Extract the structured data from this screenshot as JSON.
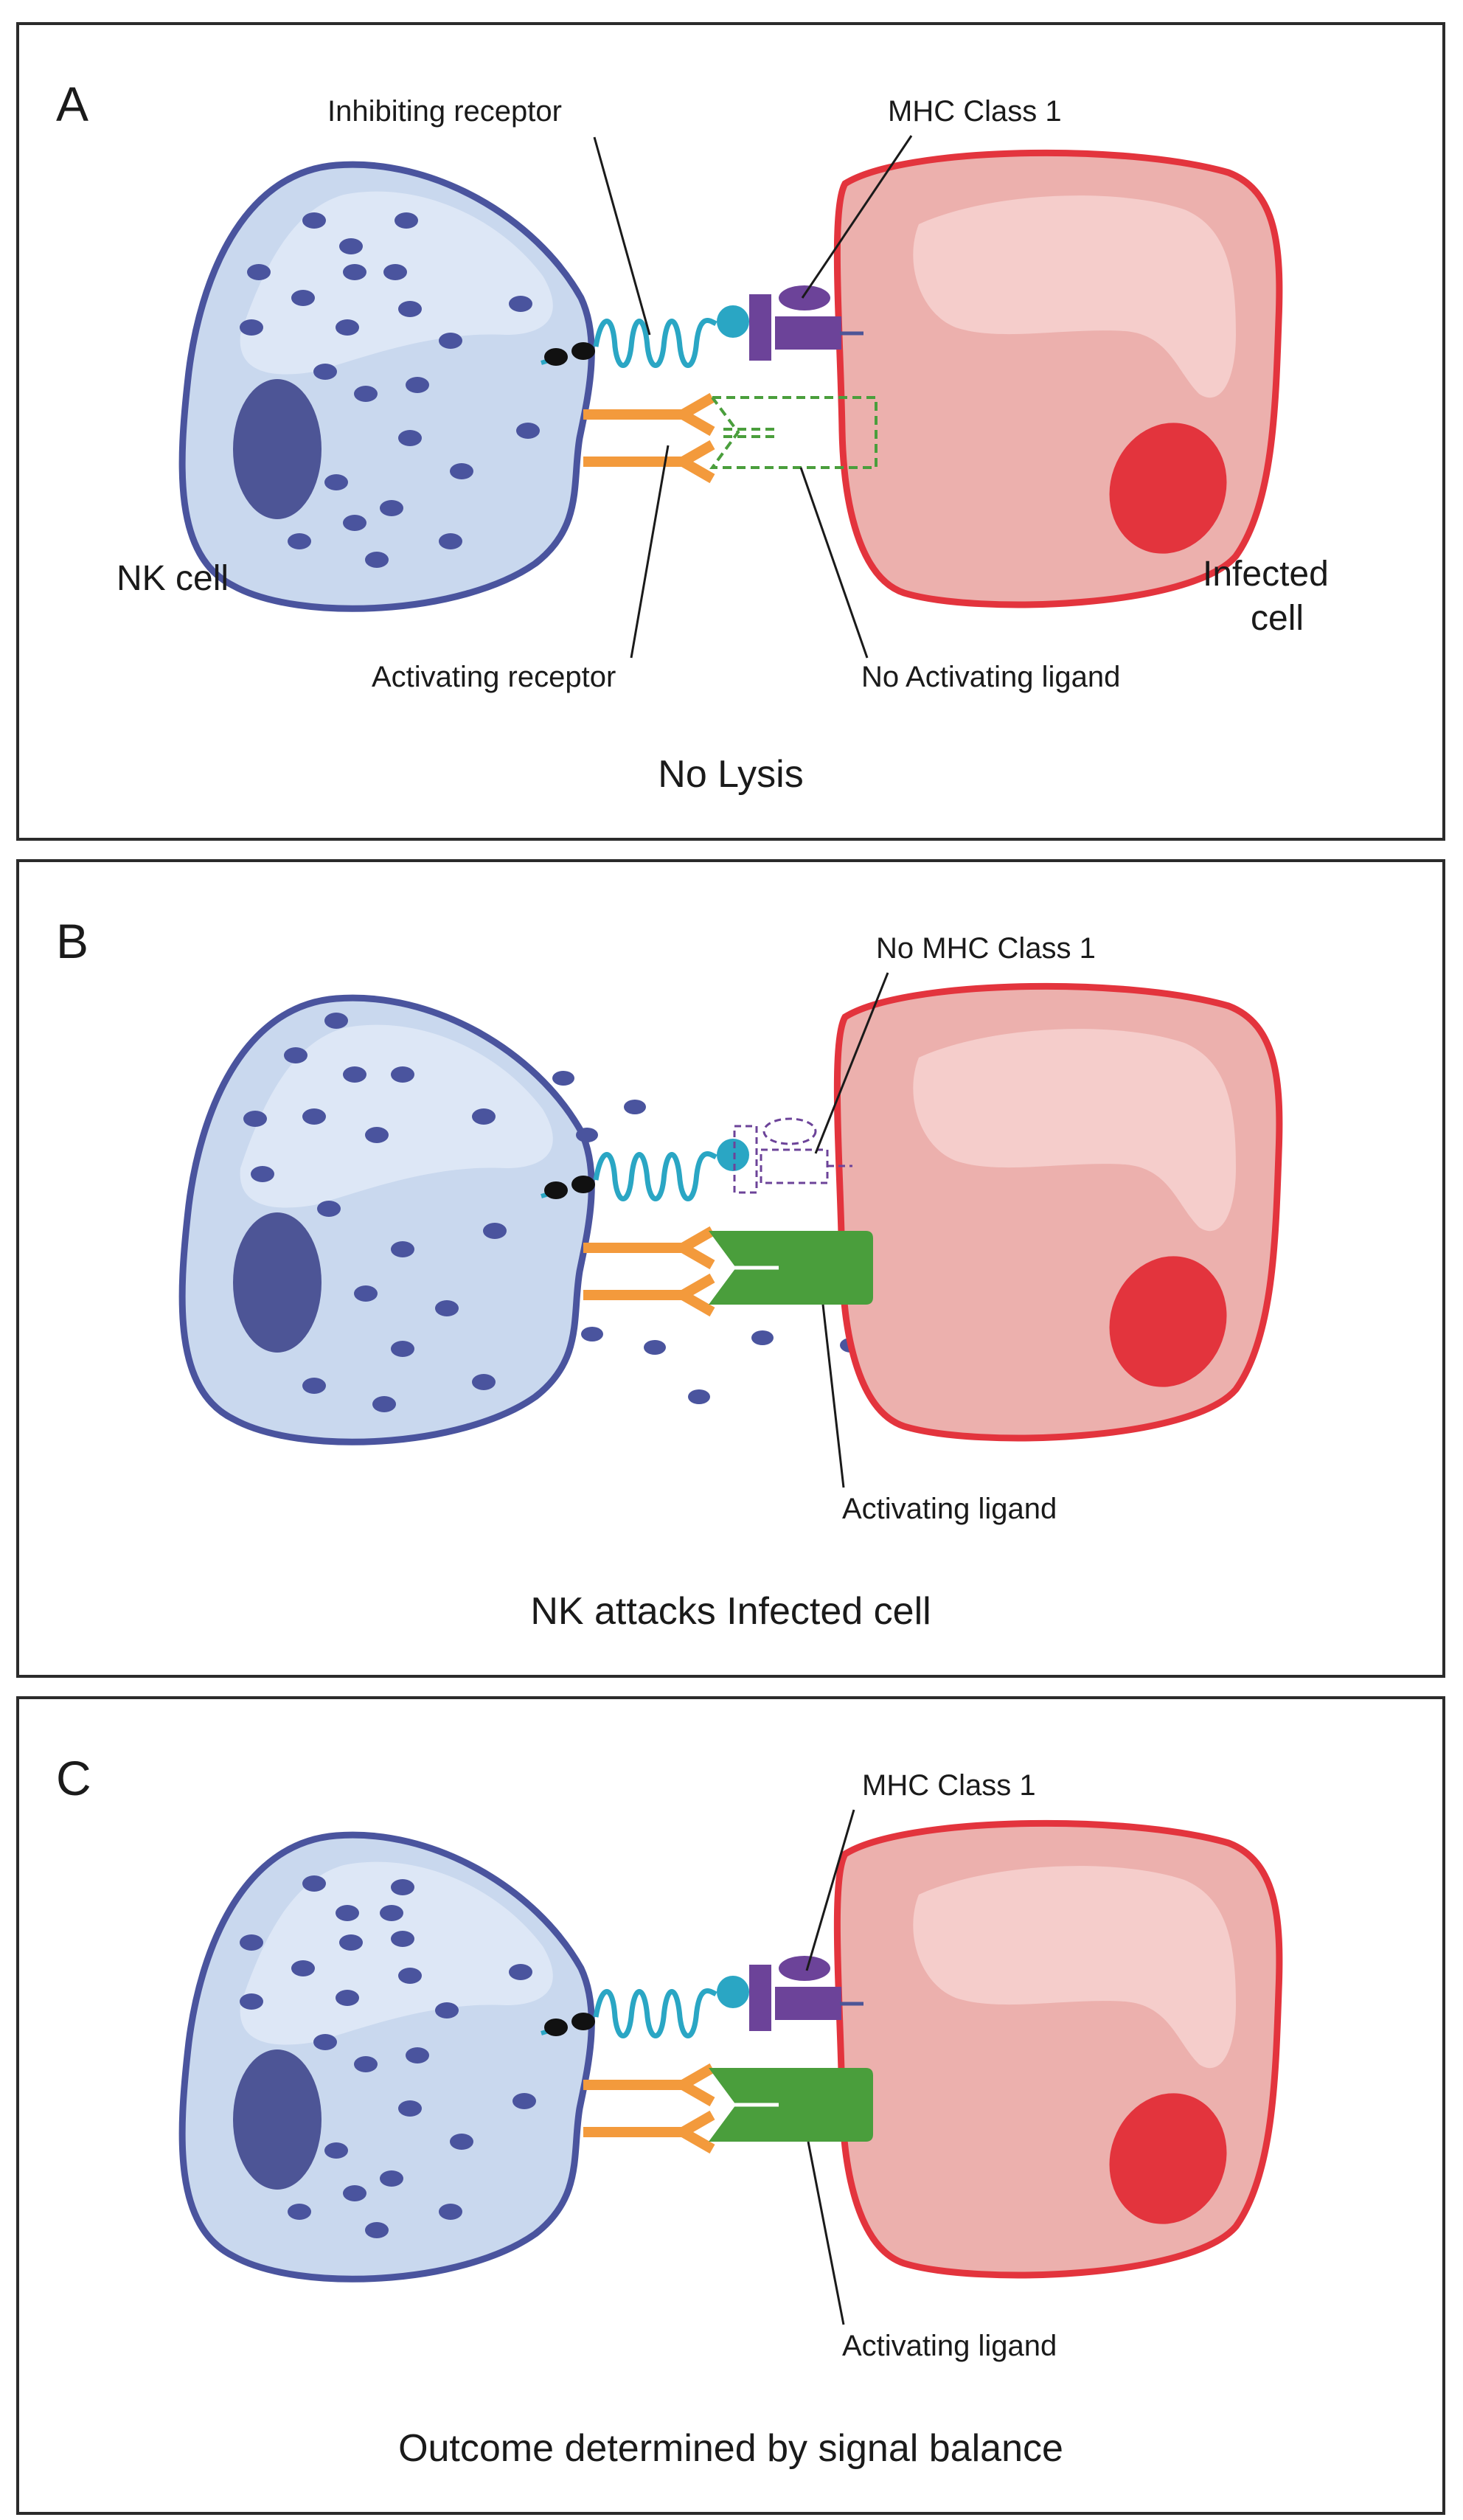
{
  "colors": {
    "nk_cell_fill": "#c9d8ee",
    "nk_cell_border": "#4a549e",
    "granule": "#4a549e",
    "nk_nucleus": "#4d5596",
    "infected_fill": "#ecb0ad",
    "infected_border": "#e3343d",
    "infected_nucleus": "#e3343d",
    "inhibiting_receptor": "#2aa6c4",
    "mhc_class_1": "#6c4399",
    "activating_receptor": "#f39a3c",
    "activating_ligand": "#4a9e3c",
    "adapter": "#111111"
  },
  "panels": [
    {
      "letter": "A",
      "caption": "No Lysis",
      "labels": {
        "inhibiting_receptor": "Inhibiting receptor",
        "mhc": "MHC Class 1",
        "nk_cell": "NK cell",
        "infected_cell_line1": "Infected",
        "infected_cell_line2": "cell",
        "activating_receptor": "Activating receptor",
        "ligand": "No Activating ligand"
      }
    },
    {
      "letter": "B",
      "caption": "NK attacks Infected cell",
      "labels": {
        "mhc": "No MHC Class 1",
        "ligand": "Activating ligand"
      }
    },
    {
      "letter": "C",
      "caption": "Outcome determined by signal balance",
      "labels": {
        "mhc": "MHC Class 1",
        "ligand": "Activating ligand"
      }
    }
  ]
}
